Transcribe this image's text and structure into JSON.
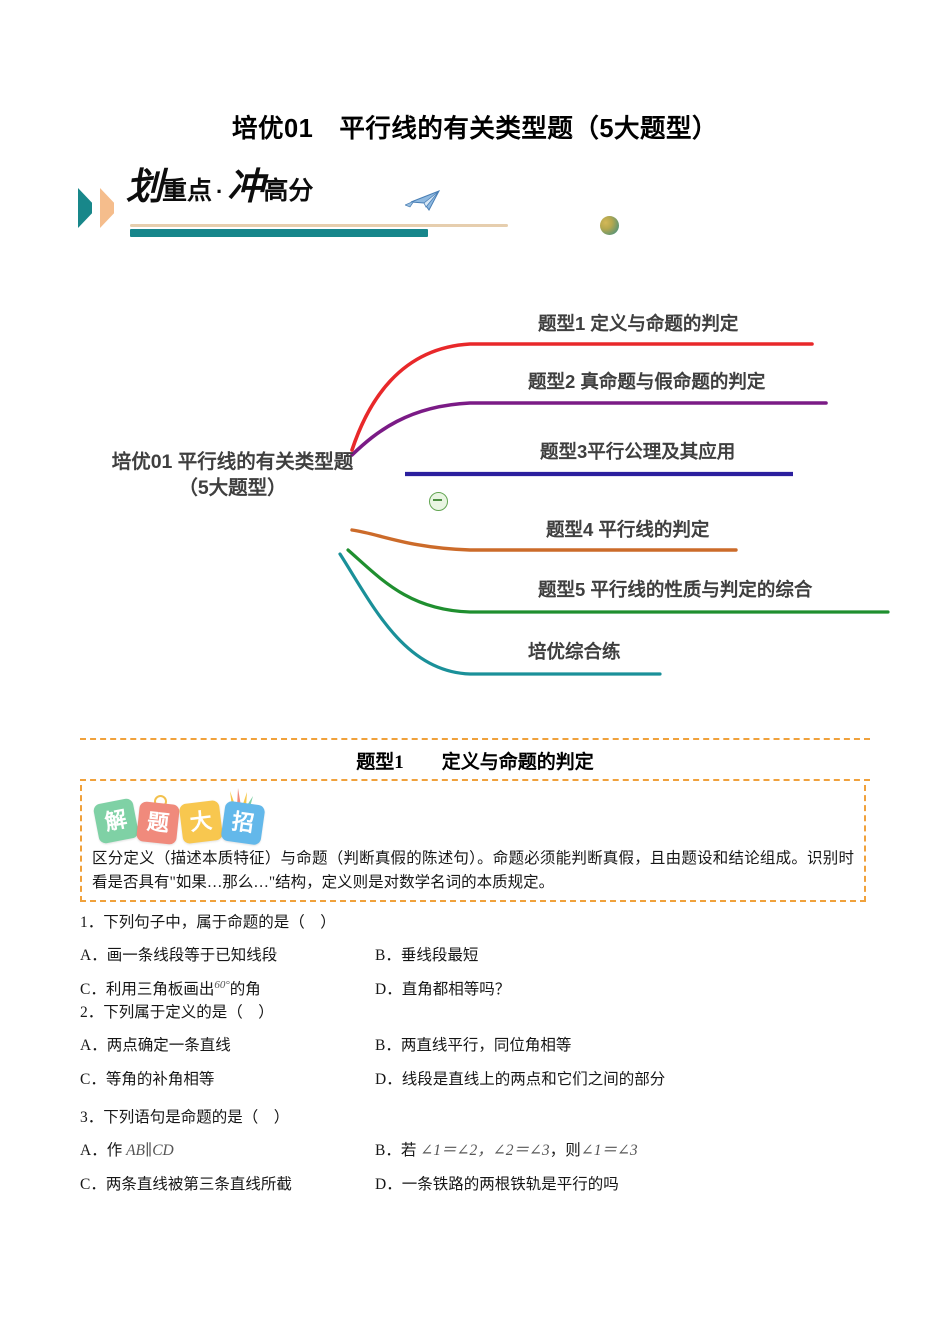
{
  "document": {
    "title": "培优01　平行线的有关类型题（5大题型）"
  },
  "banner": {
    "word1": "划",
    "word2": "重点",
    "dot": "·",
    "word3": "冲",
    "word4": "高分",
    "plane_icon": "paper-plane-icon"
  },
  "mindmap": {
    "center_line1": "培优01  平行线的有关类型题",
    "center_line2": "（5大题型）",
    "collapse_label": "−",
    "branches": [
      {
        "label": "题型1  定义与命题的判定",
        "color": "#e8282a"
      },
      {
        "label": "题型2 真命题与假命题的判定",
        "color": "#7b1b86"
      },
      {
        "label": "题型3平行公理及其应用",
        "color": "#2b1f9e"
      },
      {
        "label": "题型4 平行线的判定",
        "color": "#cc6b2a"
      },
      {
        "label": "题型5 平行线的性质与判定的综合",
        "color": "#1f8f2f"
      },
      {
        "label": "培优综合练",
        "color": "#1a9099"
      }
    ]
  },
  "section": {
    "header_prefix": "题型",
    "header_num": "1",
    "header_title": "定义与命题的判定",
    "badge_chars": [
      "解",
      "题",
      "大",
      "招"
    ],
    "tip_text": "区分定义（描述本质特征）与命题（判断真假的陈述句）。命题必须能判断真假，且由题设和结论组成。识别时看是否具有\"如果…那么…\"结构，定义则是对数学名词的本质规定。"
  },
  "questions": [
    {
      "stem": "1．下列句子中，属于命题的是（　）",
      "options": [
        {
          "label": "A．",
          "text": "画一条线段等于已知线段"
        },
        {
          "label": "B．",
          "text": "垂线段最短"
        },
        {
          "label": "C．",
          "text": "利用三角板画出",
          "math": "60°",
          "tail": "的角"
        },
        {
          "label": "D．",
          "text": "直角都相等吗？"
        }
      ]
    },
    {
      "stem": "2．下列属于定义的是（　）",
      "options": [
        {
          "label": "A．",
          "text": "两点确定一条直线"
        },
        {
          "label": "B．",
          "text": "两直线平行，同位角相等"
        },
        {
          "label": "C．",
          "text": "等角的补角相等"
        },
        {
          "label": "D．",
          "text": "线段是直线上的两点和它们之间的部分"
        }
      ]
    },
    {
      "stem": "3．下列语句是命题的是（　）",
      "options": [
        {
          "label": "A．",
          "text": "作",
          "math": "AB∥CD",
          "tail": ""
        },
        {
          "label": "B．",
          "text": "若",
          "math": "∠1＝∠2，∠2＝∠3",
          "tail": "，则",
          "math2": "∠1＝∠3"
        },
        {
          "label": "C．",
          "text": "两条直线被第三条直线所截"
        },
        {
          "label": "D．",
          "text": "一条铁路的两根铁轨是平行的吗"
        }
      ]
    }
  ]
}
